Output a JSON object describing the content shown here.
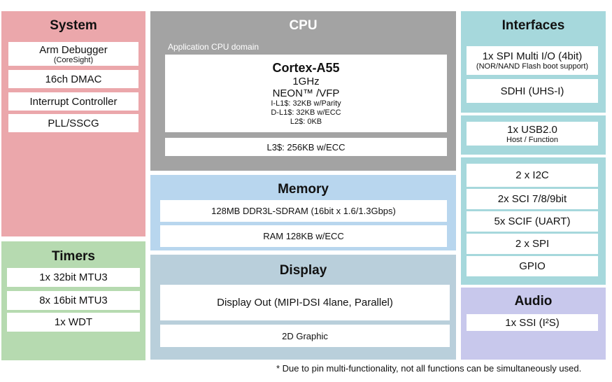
{
  "system": {
    "title": "System",
    "items": [
      "Arm Debugger",
      "16ch DMAC",
      "Interrupt Controller",
      "PLL/SSCG"
    ],
    "debugger_sub": "(CoreSight)"
  },
  "timers": {
    "title": "Timers",
    "items": [
      "1x 32bit MTU3",
      "8x 16bit MTU3",
      "1x WDT"
    ]
  },
  "cpu": {
    "title": "CPU",
    "domain_label": "Application CPU domain",
    "core_name": "Cortex-A55",
    "freq": "1GHz",
    "ext": "NEON™ /VFP",
    "il1": "I-L1$: 32KB w/Parity",
    "dl1": "D-L1$: 32KB w/ECC",
    "l2": "L2$: 0KB",
    "l3": "L3$: 256KB w/ECC"
  },
  "memory": {
    "title": "Memory",
    "items": [
      "128MB DDR3L-SDRAM (16bit x 1.6/1.3Gbps)",
      "RAM 128KB w/ECC"
    ]
  },
  "display": {
    "title": "Display",
    "items": [
      "Display Out  (MIPI-DSI 4lane, Parallel)",
      "2D Graphic"
    ]
  },
  "interfaces": {
    "title": "Interfaces",
    "spi_multi": "1x SPI Multi I/O (4bit)",
    "spi_multi_sub": "(NOR/NAND Flash boot support)",
    "sdhi": "SDHI (UHS-I)",
    "usb": "1x USB2.0",
    "usb_sub": "Host / Function",
    "serial": [
      "2 x I2C",
      "2x SCI 7/8/9bit",
      "5x SCIF (UART)",
      "2 x SPI",
      "GPIO"
    ]
  },
  "audio": {
    "title": "Audio",
    "ssi": "1x SSI (I²S)"
  },
  "footnote": "* Due to pin multi-functionality, not all functions can be simultaneously used."
}
